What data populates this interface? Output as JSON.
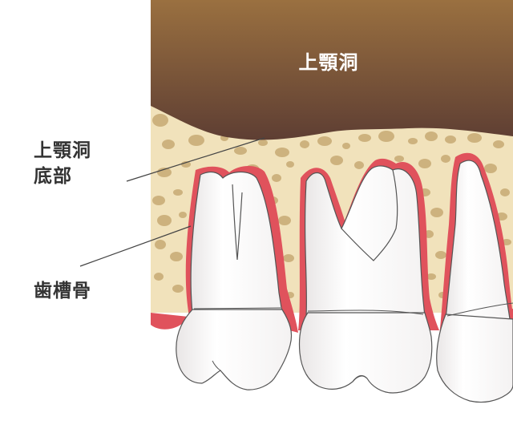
{
  "diagram": {
    "sinus_label": "上顎洞",
    "sinus_floor_label_line1": "上顎洞",
    "sinus_floor_label_line2": "底部",
    "alveolar_bone_label": "歯槽骨"
  },
  "colors": {
    "sinus_top": "#9a7040",
    "sinus_bottom": "#5e3e33",
    "bone": "#f1e2bb",
    "bone_spots": "#cdb27e",
    "gum": "#e0525c",
    "tooth": "#ffffff",
    "outline": "#555555"
  }
}
